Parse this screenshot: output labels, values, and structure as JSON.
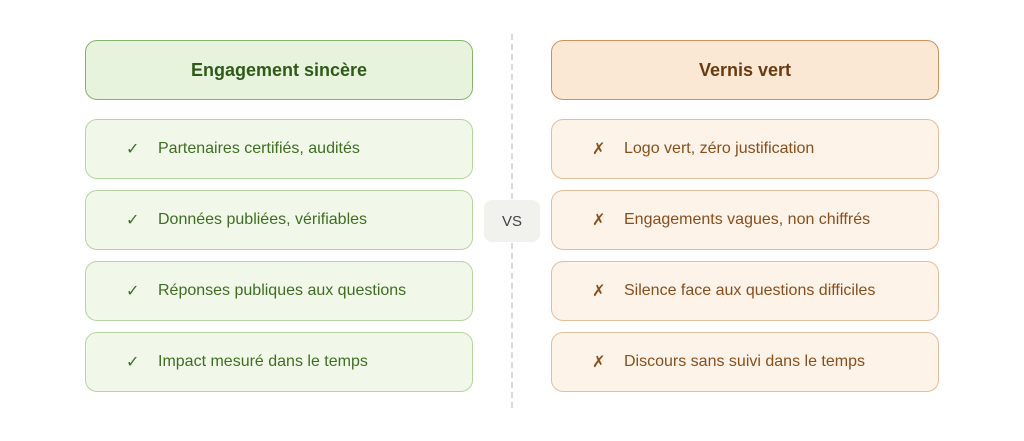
{
  "left": {
    "title": "Engagement sincère",
    "mark": "✓",
    "items": [
      "Partenaires certifiés, audités",
      "Données publiées, vérifiables",
      "Réponses publiques aux questions",
      "Impact mesuré dans le temps"
    ]
  },
  "right": {
    "title": "Vernis vert",
    "mark": "✗",
    "items": [
      "Logo vert, zéro justification",
      "Engagements vagues, non chiffrés",
      "Silence face aux questions difficiles",
      "Discours sans suivi dans le temps"
    ]
  },
  "vs_label": "VS",
  "colors": {
    "left_accent": "#3f6e23",
    "right_accent": "#8a4e1c"
  }
}
